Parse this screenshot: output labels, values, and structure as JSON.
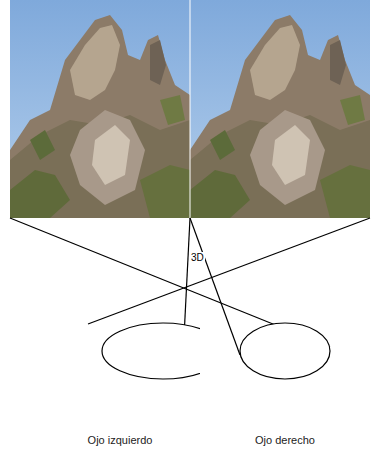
{
  "diagram": {
    "nodes": [
      {
        "text": [
          "Ojo izquierdo"
        ]
      },
      {
        "text": [
          "Ojo derecho"
        ]
      }
    ],
    "labels": [
      "3D"
    ]
  }
}
